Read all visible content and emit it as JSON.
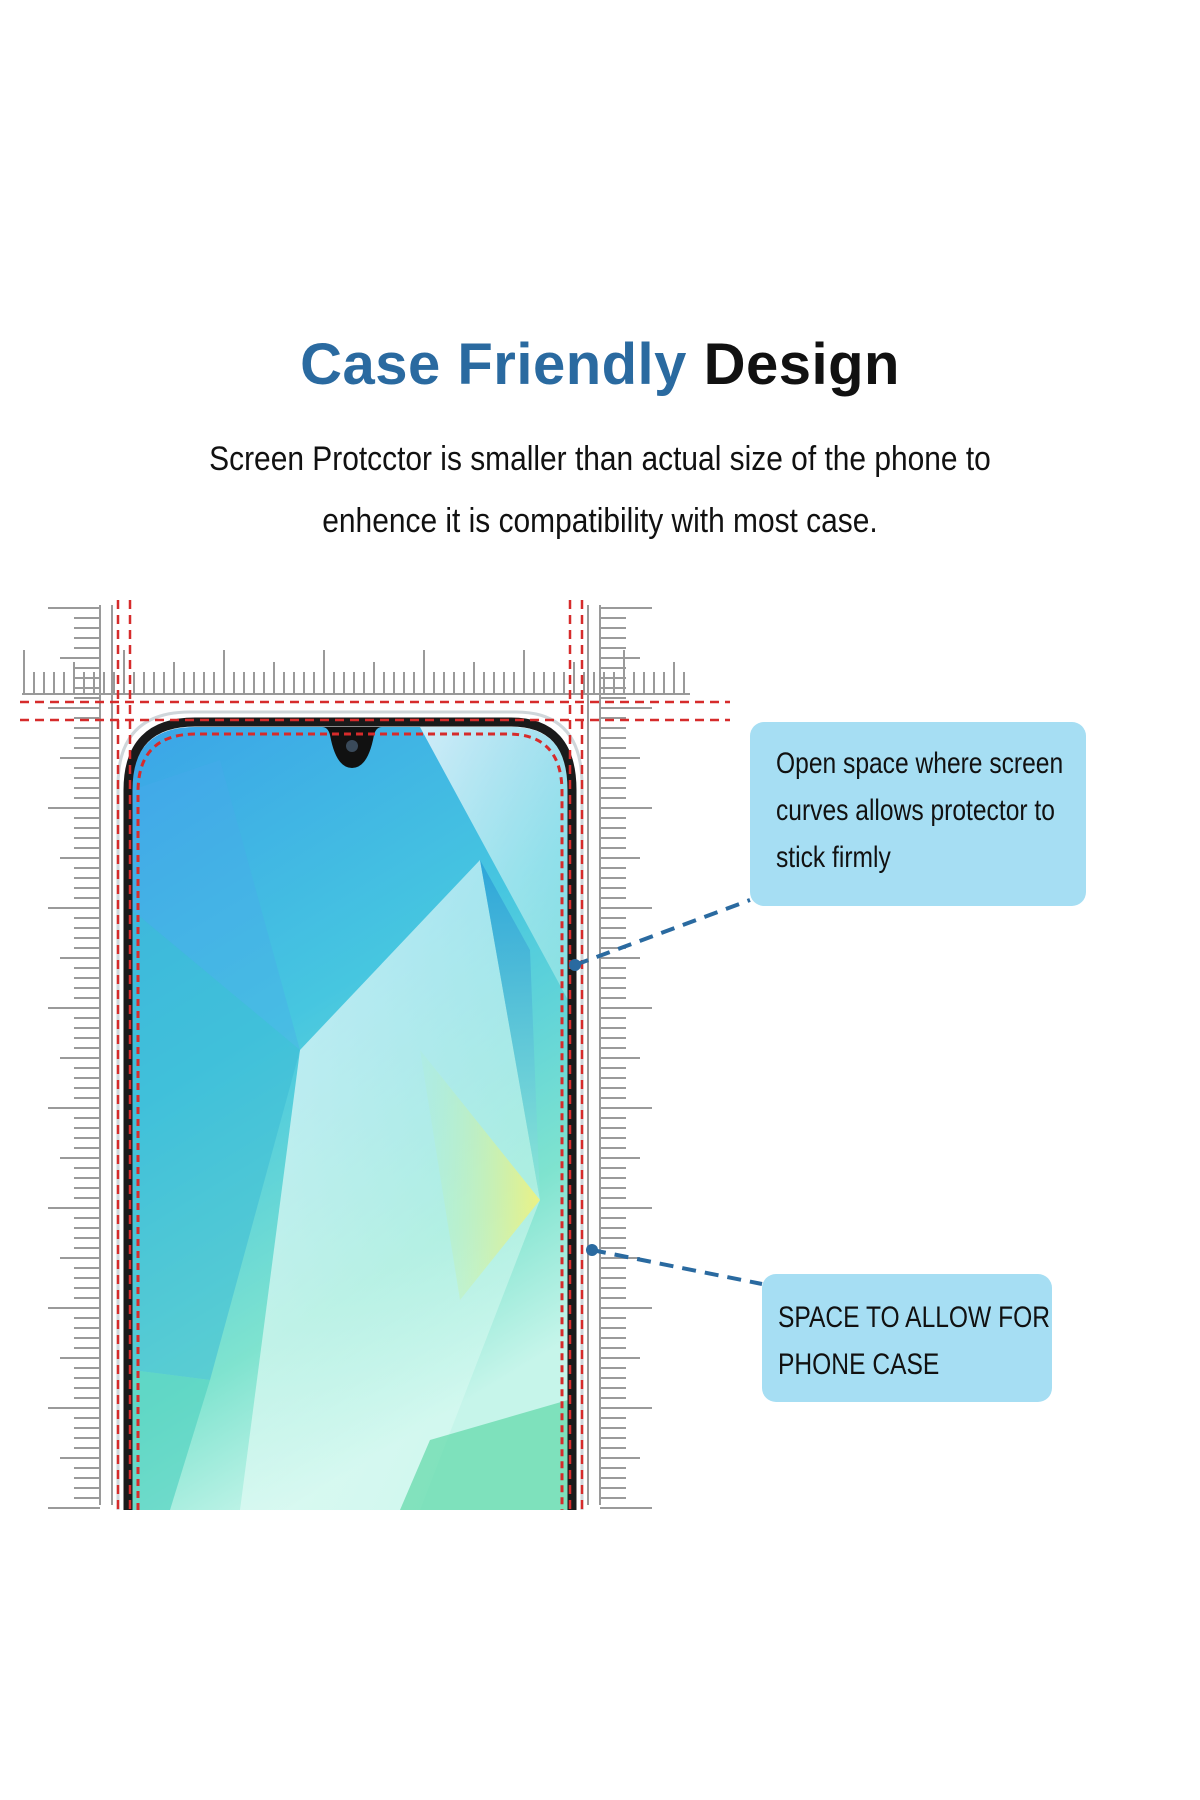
{
  "title": {
    "part1": "Case Friendly",
    "part2": "Design"
  },
  "subtitle": {
    "line1": "Screen Protcctor is smaller than actual size of the phone to",
    "line2": "enhence it is compatibility with most case."
  },
  "callouts": [
    {
      "lines": [
        "Open space where screen",
        "curves allows protector to",
        "stick firmly"
      ]
    },
    {
      "lines": [
        "SPACE TO ALLOW FOR",
        "PHONE CASE"
      ]
    }
  ],
  "colors": {
    "title_blue": "#2a6aa0",
    "title_black": "#111111",
    "callout_bg": "#a6def3",
    "guide_red": "#d62b2b",
    "connector_blue": "#2a6aa0",
    "ruler_gray": "#9a9a9a",
    "phone_frame": "#1a1a1a"
  },
  "icons": {
    "front_camera": "camera-notch-icon"
  }
}
